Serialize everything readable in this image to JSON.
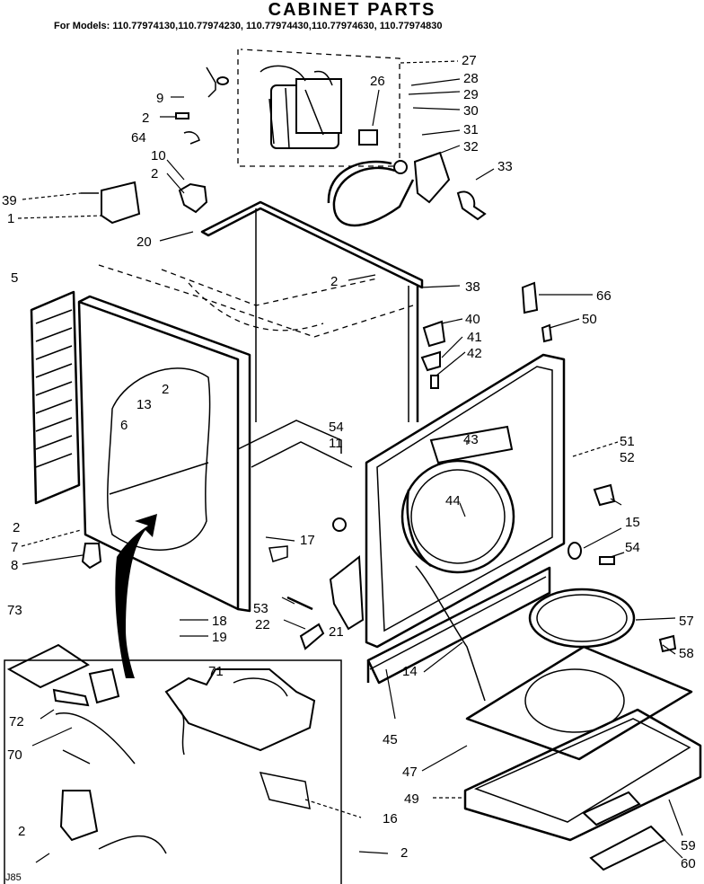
{
  "header": {
    "title": "CABINET PARTS",
    "subtitle": "For Models: 110.77974130,110.77974230, 110.77974430,110.77974630, 110.77974830"
  },
  "part_labels": [
    {
      "id": "p27",
      "text": "27"
    },
    {
      "id": "p28",
      "text": "28"
    },
    {
      "id": "p29",
      "text": "29"
    },
    {
      "id": "p30",
      "text": "30"
    },
    {
      "id": "p26",
      "text": "26"
    },
    {
      "id": "p31",
      "text": "31"
    },
    {
      "id": "p32",
      "text": "32"
    },
    {
      "id": "p33",
      "text": "33"
    },
    {
      "id": "p9",
      "text": "9"
    },
    {
      "id": "p2a",
      "text": "2"
    },
    {
      "id": "p64",
      "text": "64"
    },
    {
      "id": "p10",
      "text": "10"
    },
    {
      "id": "p2b",
      "text": "2"
    },
    {
      "id": "p39",
      "text": "39"
    },
    {
      "id": "p1",
      "text": "1"
    },
    {
      "id": "p20",
      "text": "20"
    },
    {
      "id": "p5",
      "text": "5"
    },
    {
      "id": "p2c",
      "text": "2"
    },
    {
      "id": "p38",
      "text": "38"
    },
    {
      "id": "p66",
      "text": "66"
    },
    {
      "id": "p40",
      "text": "40"
    },
    {
      "id": "p50",
      "text": "50"
    },
    {
      "id": "p41",
      "text": "41"
    },
    {
      "id": "p42",
      "text": "42"
    },
    {
      "id": "p2d",
      "text": "2"
    },
    {
      "id": "p13",
      "text": "13"
    },
    {
      "id": "p6",
      "text": "6"
    },
    {
      "id": "p54a",
      "text": "54"
    },
    {
      "id": "p11",
      "text": "11"
    },
    {
      "id": "p43",
      "text": "43"
    },
    {
      "id": "p51",
      "text": "51"
    },
    {
      "id": "p52",
      "text": "52"
    },
    {
      "id": "p44",
      "text": "44"
    },
    {
      "id": "p2e",
      "text": "2"
    },
    {
      "id": "p7",
      "text": "7"
    },
    {
      "id": "p17",
      "text": "17"
    },
    {
      "id": "p15",
      "text": "15"
    },
    {
      "id": "p8",
      "text": "8"
    },
    {
      "id": "p54b",
      "text": "54"
    },
    {
      "id": "p73",
      "text": "73"
    },
    {
      "id": "p53",
      "text": "53"
    },
    {
      "id": "p22",
      "text": "22"
    },
    {
      "id": "p21",
      "text": "21"
    },
    {
      "id": "p18",
      "text": "18"
    },
    {
      "id": "p19",
      "text": "19"
    },
    {
      "id": "p57",
      "text": "57"
    },
    {
      "id": "p14",
      "text": "14"
    },
    {
      "id": "p58",
      "text": "58"
    },
    {
      "id": "p71",
      "text": "71"
    },
    {
      "id": "p72",
      "text": "72"
    },
    {
      "id": "p70",
      "text": "70"
    },
    {
      "id": "p45",
      "text": "45"
    },
    {
      "id": "p47",
      "text": "47"
    },
    {
      "id": "p49",
      "text": "49"
    },
    {
      "id": "p16",
      "text": "16"
    },
    {
      "id": "p2f",
      "text": "2"
    },
    {
      "id": "p2g",
      "text": "2"
    },
    {
      "id": "p59",
      "text": "59"
    },
    {
      "id": "p60",
      "text": "60"
    },
    {
      "id": "code",
      "text": "J85"
    }
  ]
}
